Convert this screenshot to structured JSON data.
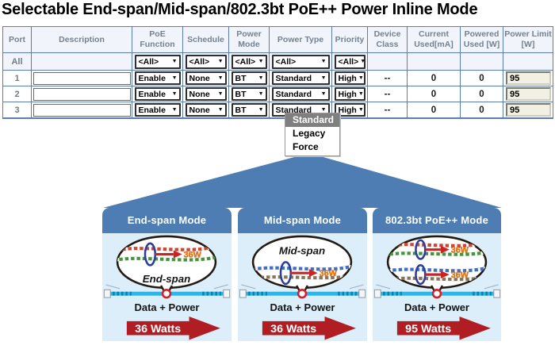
{
  "title": "Selectable End-span/Mid-span/802.3bt PoE++ Power Inline Mode",
  "icons": {
    "select_arrow": "▼"
  },
  "table": {
    "headers": [
      "Port",
      "Description",
      "PoE Function",
      "Schedule",
      "Power Mode",
      "Power Type",
      "Priority",
      "Device Class",
      "Current Used[mA]",
      "Powered Used [W]",
      "Power Limit [W]"
    ],
    "filter_row": {
      "port": "All",
      "poe_function": "<All>",
      "schedule": "<All>",
      "power_mode": "<All>",
      "power_type": "<All>",
      "priority": "<All>"
    },
    "rows": [
      {
        "port": "1",
        "description": "",
        "poe_function": "Enable",
        "schedule": "None",
        "power_mode": "BT",
        "power_type": "Standard",
        "priority": "High",
        "device_class": "--",
        "current_used_ma": "0",
        "powered_used_w": "0",
        "power_limit_w": "95"
      },
      {
        "port": "2",
        "description": "",
        "poe_function": "Enable",
        "schedule": "None",
        "power_mode": "BT",
        "power_type": "Standard",
        "priority": "High",
        "device_class": "--",
        "current_used_ma": "0",
        "powered_used_w": "0",
        "power_limit_w": "95"
      },
      {
        "port": "3",
        "description": "",
        "poe_function": "Enable",
        "schedule": "None",
        "power_mode": "BT",
        "power_type": "Standard",
        "priority": "High",
        "device_class": "--",
        "current_used_ma": "0",
        "powered_used_w": "0",
        "power_limit_w": "95"
      }
    ]
  },
  "power_type_menu": {
    "options": [
      "Standard",
      "Legacy",
      "Force"
    ],
    "selected": "Standard"
  },
  "panels": [
    {
      "title": "End-span Mode",
      "bubble_label": "End-span",
      "watt_label_1": "36W",
      "data_power_label": "Data + Power",
      "watts_label": "36 Watts"
    },
    {
      "title": "Mid-span Mode",
      "bubble_label": "Mid-span",
      "watt_label_1": "36W",
      "data_power_label": "Data + Power",
      "watts_label": "36 Watts"
    },
    {
      "title": "802.3bt PoE++ Mode",
      "watt_label_1": "36W",
      "watt_label_2": "36W",
      "data_power_label": "Data + Power",
      "watts_label": "95 Watts"
    }
  ],
  "colors": {
    "accent_blue": "#4e7db3",
    "panel_bg": "#dceefa",
    "table_border": "#5d7dae",
    "header_bg": "#f1f5fb",
    "header_text": "#76818f",
    "arrow_red": "#b01e24",
    "cable_blue": "#2eb4e6",
    "watt_orange": "#f27405",
    "menu_selected_bg": "#7f7f7f"
  }
}
